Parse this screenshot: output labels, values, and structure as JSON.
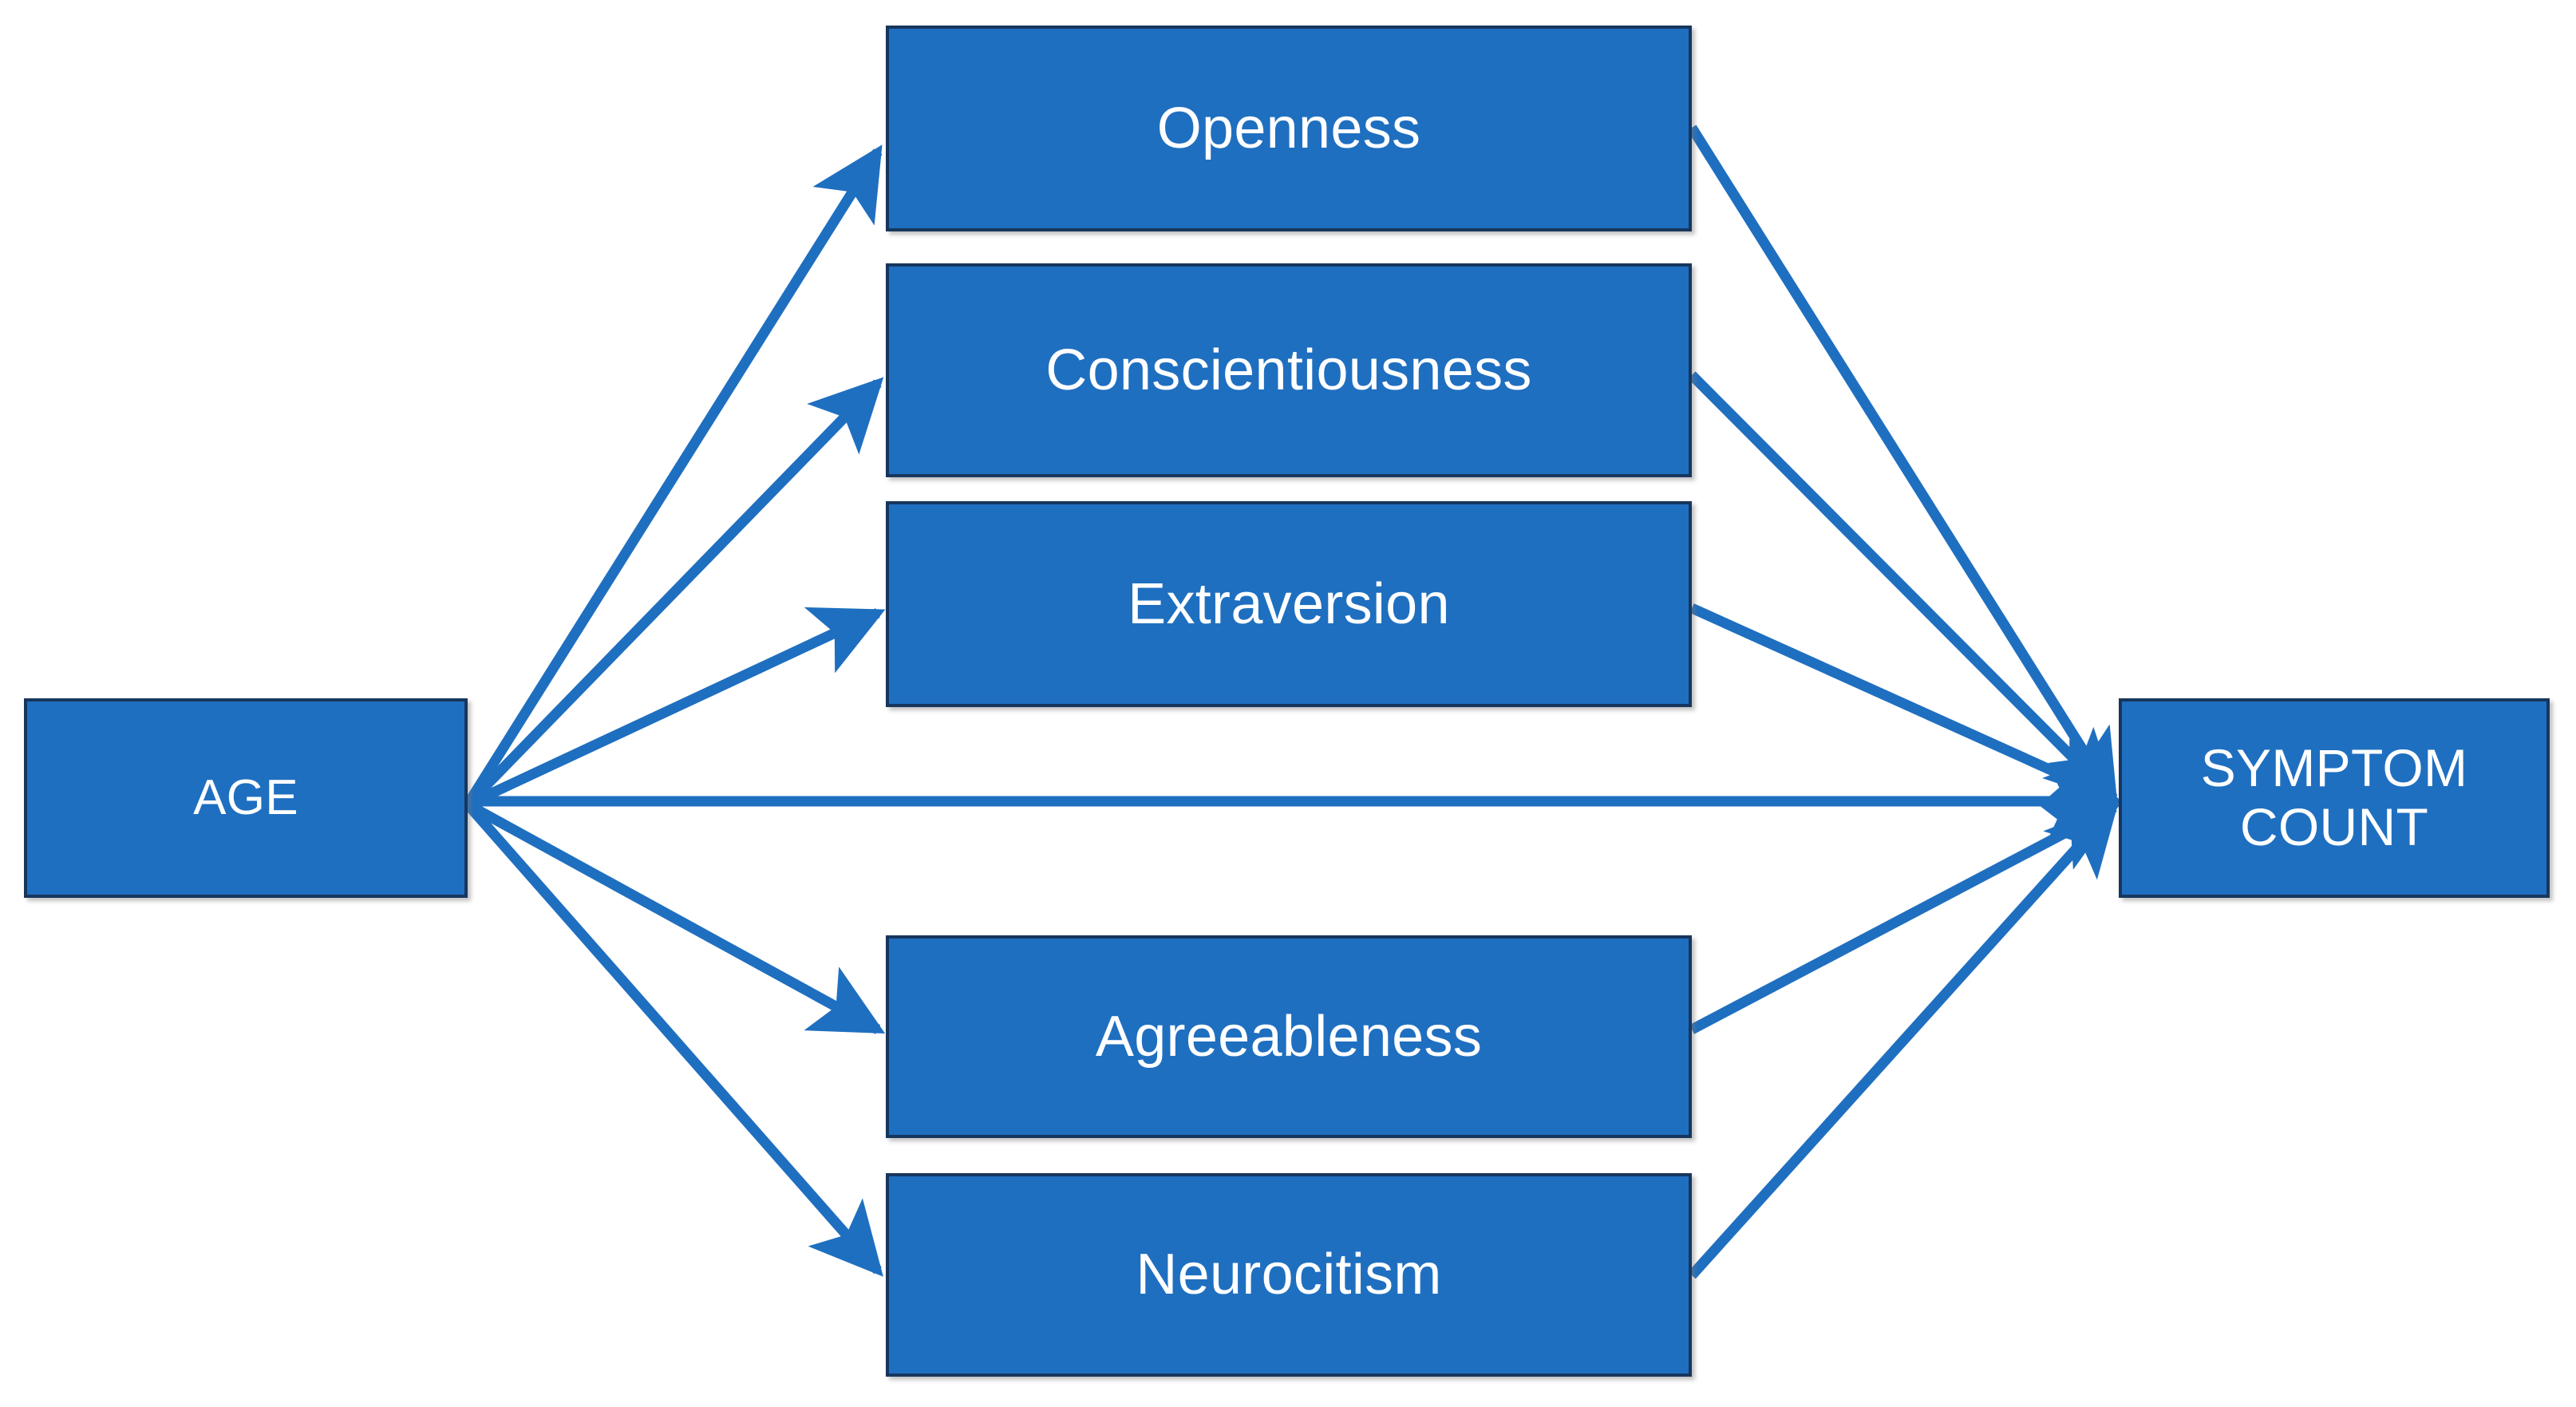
{
  "diagram": {
    "type": "path-model",
    "title": "",
    "background_color": "#FFFFFF",
    "node_fill_color": "#1F6FC0",
    "node_border_color": "#17365D",
    "node_text_color": "#FFFFFF",
    "edge_color": "#1F6FC0",
    "nodes": [
      {
        "id": "age",
        "label": "AGE",
        "role": "predictor",
        "column": "left"
      },
      {
        "id": "openness",
        "label": "Openness",
        "role": "mediator",
        "column": "center"
      },
      {
        "id": "conscientiousness",
        "label": "Conscientiousness",
        "role": "mediator",
        "column": "center"
      },
      {
        "id": "extraversion",
        "label": "Extraversion",
        "role": "mediator",
        "column": "center"
      },
      {
        "id": "agreeableness",
        "label": "Agreeableness",
        "role": "mediator",
        "column": "center"
      },
      {
        "id": "neurocitism",
        "label": "Neurocitism",
        "role": "mediator",
        "column": "center"
      },
      {
        "id": "symptom_count",
        "label": "SYMPTOM\nCOUNT",
        "role": "outcome",
        "column": "right"
      }
    ],
    "edges": [
      {
        "from": "age",
        "to": "openness",
        "arrowhead": true
      },
      {
        "from": "age",
        "to": "conscientiousness",
        "arrowhead": true
      },
      {
        "from": "age",
        "to": "extraversion",
        "arrowhead": true
      },
      {
        "from": "age",
        "to": "agreeableness",
        "arrowhead": true
      },
      {
        "from": "age",
        "to": "neurocitism",
        "arrowhead": true
      },
      {
        "from": "age",
        "to": "symptom_count",
        "arrowhead": true
      },
      {
        "from": "openness",
        "to": "symptom_count",
        "arrowhead": true
      },
      {
        "from": "conscientiousness",
        "to": "symptom_count",
        "arrowhead": true
      },
      {
        "from": "extraversion",
        "to": "symptom_count",
        "arrowhead": true
      },
      {
        "from": "agreeableness",
        "to": "symptom_count",
        "arrowhead": true
      },
      {
        "from": "neurocitism",
        "to": "symptom_count",
        "arrowhead": true
      }
    ]
  }
}
